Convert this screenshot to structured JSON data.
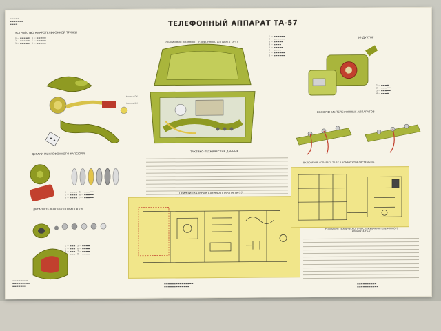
{
  "title": "ТЕЛЕФОННЫЙ АППАРАТ ТА-57",
  "subtitle": "ОБЩИЙ ВИД ПОЛЕВОГО ТЕЛЕФОННОГО АППАРАТА ТА-57",
  "sections": {
    "handset": "УСТРОЙСТВО МИКРОТЕЛЕФОННОЙ ТРУБКИ",
    "mic_capsule": "ДЕТАЛИ МИКРОФОННОГО КАПСЮЛЯ",
    "phone_capsule": "ДЕТАЛИ ТЕЛЕФОННОГО КАПСЮЛЯ",
    "specs": "ТАКТИКО-ТЕХНИЧЕСКИЕ ДАННЫЕ",
    "schematic": "ПРИНЦИПИАЛЬНАЯ СХЕМА АППАРАТА ТА-57",
    "inductor": "ИНДУКТОР",
    "connection": "ВКЛЮЧЕНИЕ ТЕЛЕФОННЫХ АППАРАТОВ",
    "switchboard": "ВКЛЮЧЕНИЕ АППАРАТА ТА-57 В КОММУТАТОР СИСТЕМЫ ЦБ",
    "maintenance": "РЕГЛАМЕНТ ТЕХНИЧЕСКОГО ОБСЛУЖИВАНИЯ ТЕЛЕФОННОГО АППАРАТА ТА-57"
  },
  "labels": {
    "button_pu": "Кнопка ПУ",
    "button_vk": "Кнопка ВК"
  },
  "colors": {
    "case_green": "#a9b53c",
    "handset_green": "#8f9a22",
    "schematic_yellow": "#f1e68a",
    "capsule_red": "#c2402e"
  }
}
